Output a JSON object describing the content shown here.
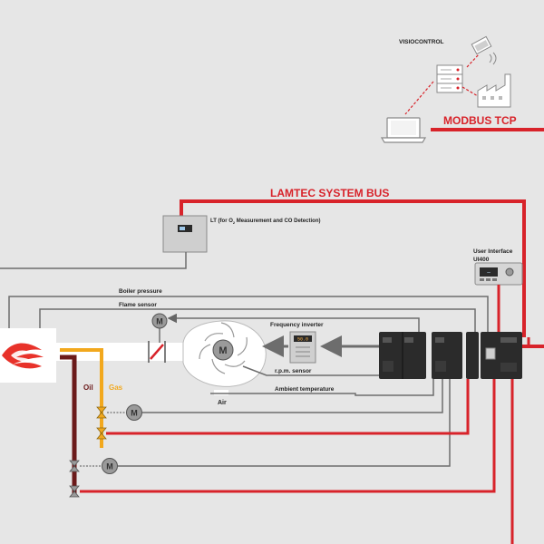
{
  "buses": {
    "modbus": "MODBUS TCP",
    "system": "LAMTEC SYSTEM BUS"
  },
  "labels": {
    "visiocontrol": "VISIOCONTROL",
    "lt_prefix": "LT (for O",
    "lt_sub": "2",
    "lt_suffix": " Measurement and CO Detection)",
    "ui_line1": "User Interface",
    "ui_line2": "UI400",
    "boiler_pressure": "Boiler pressure",
    "flame_sensor": "Flame sensor",
    "frequency_inverter": "Frequency inverter",
    "rpm_sensor": "r.p.m. sensor",
    "ambient_temperature": "Ambient temperature",
    "air": "Air",
    "oil": "Oil",
    "gas": "Gas"
  },
  "motor_letter": "M",
  "ui_display": "—",
  "vfd_display": "50.0",
  "colors": {
    "bus_red": "#d8232a",
    "signal_grey": "#6d6d6d",
    "oil_brown": "#6b1a1a",
    "gas_yellow": "#f2a81d",
    "background": "#e6e6e6"
  }
}
